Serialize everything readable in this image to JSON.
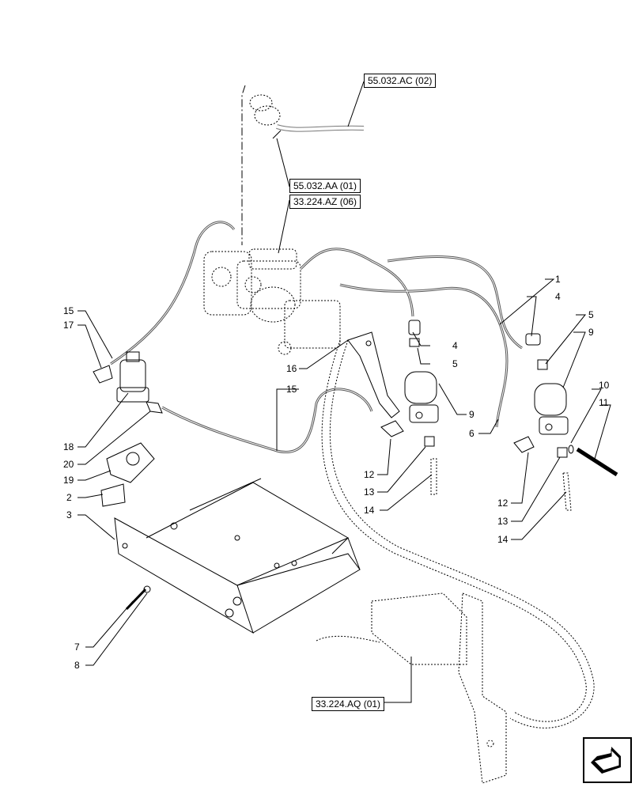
{
  "references": [
    {
      "id": "ref-55032ac",
      "text": "55.032.AC (02)"
    },
    {
      "id": "ref-55032aa",
      "text": "55.032.AA (01)"
    },
    {
      "id": "ref-33224az",
      "text": "33.224.AZ (06)"
    },
    {
      "id": "ref-33224aq",
      "text": "33.224.AQ (01)"
    }
  ],
  "callouts": [
    "1",
    "2",
    "3",
    "4",
    "4",
    "5",
    "5",
    "6",
    "7",
    "8",
    "9",
    "9",
    "10",
    "11",
    "12",
    "12",
    "13",
    "13",
    "14",
    "14",
    "15",
    "15",
    "16",
    "17",
    "18",
    "19",
    "20"
  ],
  "nav": {
    "icon": "next-page-arrow-icon"
  }
}
